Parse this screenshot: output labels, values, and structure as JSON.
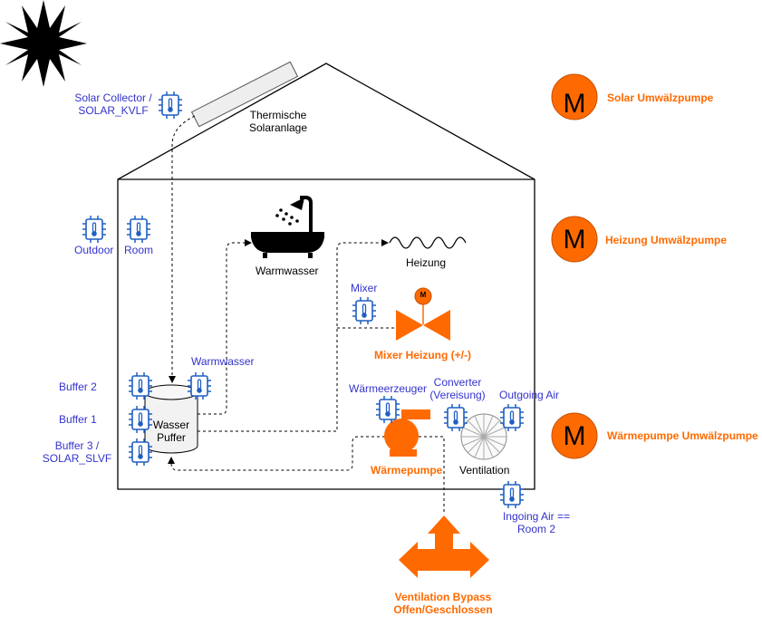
{
  "sensors": {
    "solar_collector": "Solar Collector /\nSOLAR_KVLF",
    "outdoor": "Outdoor",
    "room": "Room",
    "buffer2": "Buffer 2",
    "buffer1": "Buffer 1",
    "buffer3": "Buffer 3 /\nSOLAR_SLVF",
    "warmwasser": "Warmwasser",
    "mixer": "Mixer",
    "waermeerzeuger": "Wärmeerzeuger",
    "converter": "Converter\n(Vereisung)",
    "outgoing_air": "Outgoing Air",
    "ingoing_air": "Ingoing Air ==\nRoom 2"
  },
  "labels": {
    "solaranlage": "Thermische\nSolaranlage",
    "warmwasser_tap": "Warmwasser",
    "heizung": "Heizung",
    "buffer_tank": "Wasser\nPuffer",
    "ventilation": "Ventilation"
  },
  "actuators": {
    "mixer_heizung": "Mixer Heizung (+/-)",
    "waermepumpe": "Wärmepumpe",
    "bypass": "Ventilation Bypass\nOffen/Geschlossen",
    "mixer_motor_letter": "M"
  },
  "pumps": [
    {
      "letter": "M",
      "label": "Solar Umwälzpumpe"
    },
    {
      "letter": "M",
      "label": "Heizung Umwälzpumpe"
    },
    {
      "letter": "M",
      "label": "Wärmepumpe Umwälzpumpe"
    }
  ],
  "colors": {
    "accent": "#ff6a00",
    "sensor": "#3333cc",
    "line": "#000000"
  }
}
